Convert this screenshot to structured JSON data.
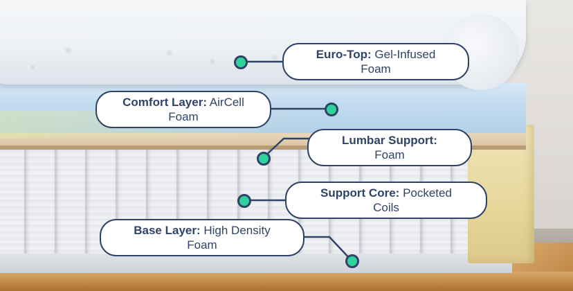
{
  "callouts": {
    "euro_top": {
      "label": "Euro-Top:",
      "text_line1": "Gel-Infused",
      "text_line2": "Foam"
    },
    "comfort": {
      "label": "Comfort Layer:",
      "text_line1": "AirCell",
      "text_line2": "Foam"
    },
    "lumbar": {
      "label": "Lumbar Support:",
      "text_line1": "",
      "text_line2": "Foam"
    },
    "support": {
      "label": "Support Core:",
      "text_line1": "Pocketed",
      "text_line2": "Coils"
    },
    "base": {
      "label": "Base Layer:",
      "text_line1": "High Density",
      "text_line2": "Foam"
    }
  },
  "colors": {
    "callout_border": "#2e4366",
    "marker_fill": "#2fd19c"
  }
}
